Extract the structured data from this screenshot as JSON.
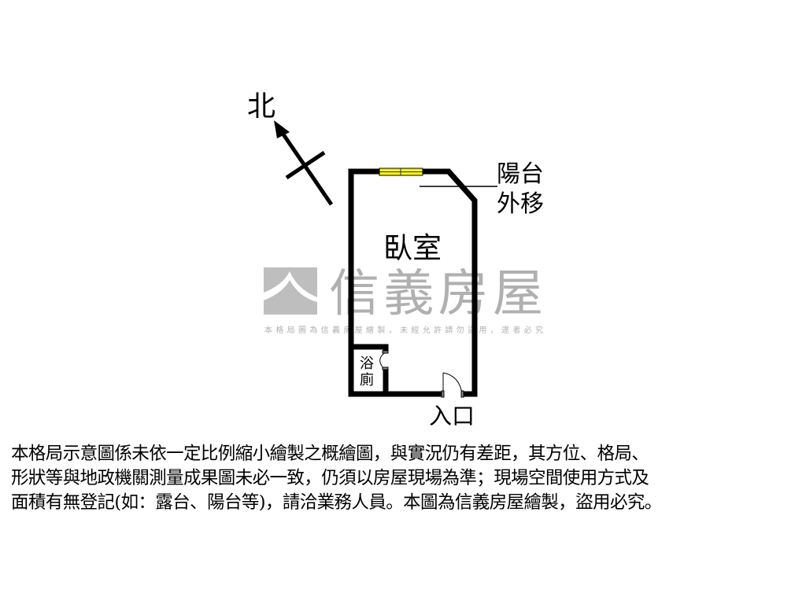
{
  "compass": {
    "north_label": "北"
  },
  "rooms": {
    "bedroom": "臥室",
    "bathroom_line1": "浴",
    "bathroom_line2": "廁",
    "entrance": "入口",
    "balcony_note_line1": "陽台",
    "balcony_note_line2": "外移"
  },
  "watermark": {
    "brand": "信義房屋",
    "notice": "本格局圖為信義房屋繪製，未經允許請勿盜用，違者必究"
  },
  "colors": {
    "wall": "#000000",
    "window": "#f2f21a",
    "watermark": "#a6a6a6"
  },
  "disclaimer": {
    "lines": [
      "本格局示意圖係未依一定比例縮小繪製之概繪圖，與實況仍有差距，其方位、格局、",
      "形狀等與地政機關測量成果圖未必一致，仍須以房屋現場為準；現場空間使用方式及",
      "面積有無登記(如：露台、陽台等)，請洽業務人員。本圖為信義房屋繪製，盜用必究。"
    ]
  }
}
